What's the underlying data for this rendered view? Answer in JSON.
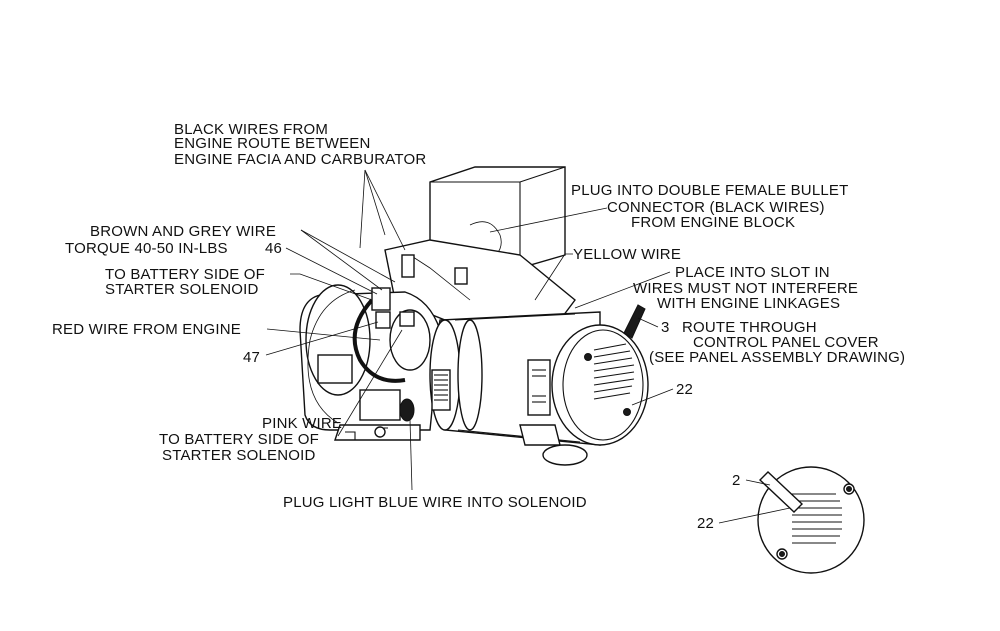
{
  "callouts": {
    "black_wires": [
      "BLACK WIRES FROM",
      "ENGINE ROUTE BETWEEN",
      "ENGINE FACIA AND CARBURATOR"
    ],
    "plug_bullet": [
      "PLUG INTO DOUBLE FEMALE BULLET",
      "CONNECTOR (BLACK WIRES)",
      "FROM ENGINE BLOCK"
    ],
    "brown_grey": "BROWN AND GREY WIRE",
    "torque": "TORQUE 40-50 IN-LBS",
    "torque_num": "46",
    "yellow_wire": "YELLOW WIRE",
    "battery_top": [
      "TO BATTERY SIDE OF",
      "STARTER SOLENOID"
    ],
    "place_slot": [
      "PLACE INTO SLOT IN",
      "WIRES MUST NOT INTERFERE",
      "WITH ENGINE LINKAGES"
    ],
    "red_wire": "RED WIRE FROM ENGINE",
    "route_num": "3",
    "route_through": [
      "ROUTE THROUGH",
      "CONTROL PANEL COVER",
      "(SEE PANEL ASSEMBLY DRAWING)"
    ],
    "num_47": "47",
    "num_22_main": "22",
    "pink_wire": "PINK WIRE",
    "battery_bottom": [
      "TO BATTERY SIDE OF",
      "STARTER SOLENOID"
    ],
    "plug_blue": "PLUG LIGHT BLUE WIRE INTO SOLENOID",
    "inset_2": "2",
    "inset_22": "22"
  }
}
